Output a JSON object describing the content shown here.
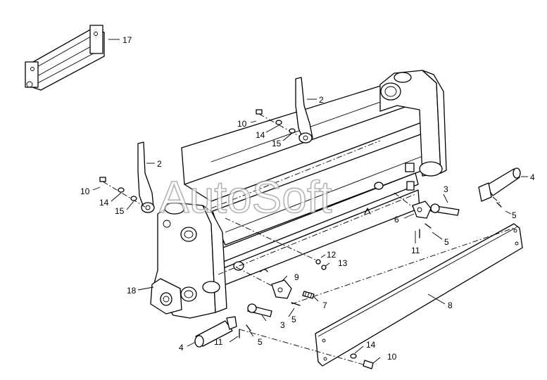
{
  "watermark": "AutoSoft",
  "callouts": [
    {
      "id": "c17",
      "label": "17"
    },
    {
      "id": "c2a",
      "label": "2"
    },
    {
      "id": "c10a",
      "label": "10"
    },
    {
      "id": "c14a",
      "label": "14"
    },
    {
      "id": "c15a",
      "label": "15"
    },
    {
      "id": "c2b",
      "label": "2"
    },
    {
      "id": "c10b",
      "label": "10"
    },
    {
      "id": "c14b",
      "label": "14"
    },
    {
      "id": "c15b",
      "label": "15"
    },
    {
      "id": "c4a",
      "label": "4"
    },
    {
      "id": "c3a",
      "label": "3"
    },
    {
      "id": "c5a",
      "label": "5"
    },
    {
      "id": "c6",
      "label": "6"
    },
    {
      "id": "c5b",
      "label": "5"
    },
    {
      "id": "c11a",
      "label": "11"
    },
    {
      "id": "c12",
      "label": "12"
    },
    {
      "id": "c13",
      "label": "13"
    },
    {
      "id": "c9",
      "label": "9"
    },
    {
      "id": "c7",
      "label": "7"
    },
    {
      "id": "c8",
      "label": "8"
    },
    {
      "id": "c18",
      "label": "18"
    },
    {
      "id": "c5c",
      "label": "5"
    },
    {
      "id": "c3b",
      "label": "3"
    },
    {
      "id": "c4b",
      "label": "4"
    },
    {
      "id": "c11b",
      "label": "11"
    },
    {
      "id": "c5d",
      "label": "5"
    },
    {
      "id": "c14c",
      "label": "14"
    },
    {
      "id": "c10c",
      "label": "10"
    }
  ]
}
